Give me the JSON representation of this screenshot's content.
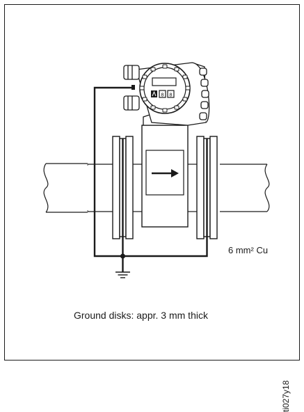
{
  "diagram": {
    "wire_label": "6 mm² Cu",
    "caption": "Ground disks: appr. 3 mm thick",
    "figure_id": "ti027y18"
  },
  "colors": {
    "line": "#1a1a1a",
    "light_line": "#777777",
    "background": "#ffffff"
  }
}
